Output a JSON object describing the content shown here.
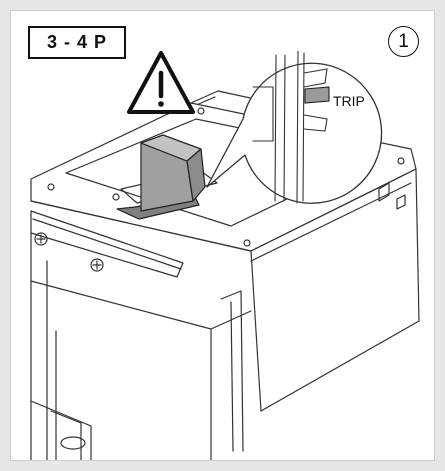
{
  "pole_label": "3 - 4 P",
  "step_number": "1",
  "callout_label": "TRIP",
  "icons": {
    "warning": "warning-triangle-icon"
  },
  "colors": {
    "frame_background": "#e6e6e6",
    "panel_background": "#ffffff",
    "line": "#333333",
    "handle_fill": "#a0a0a0",
    "handle_slot_fill": "#808080",
    "warning_stroke": "#111111"
  }
}
